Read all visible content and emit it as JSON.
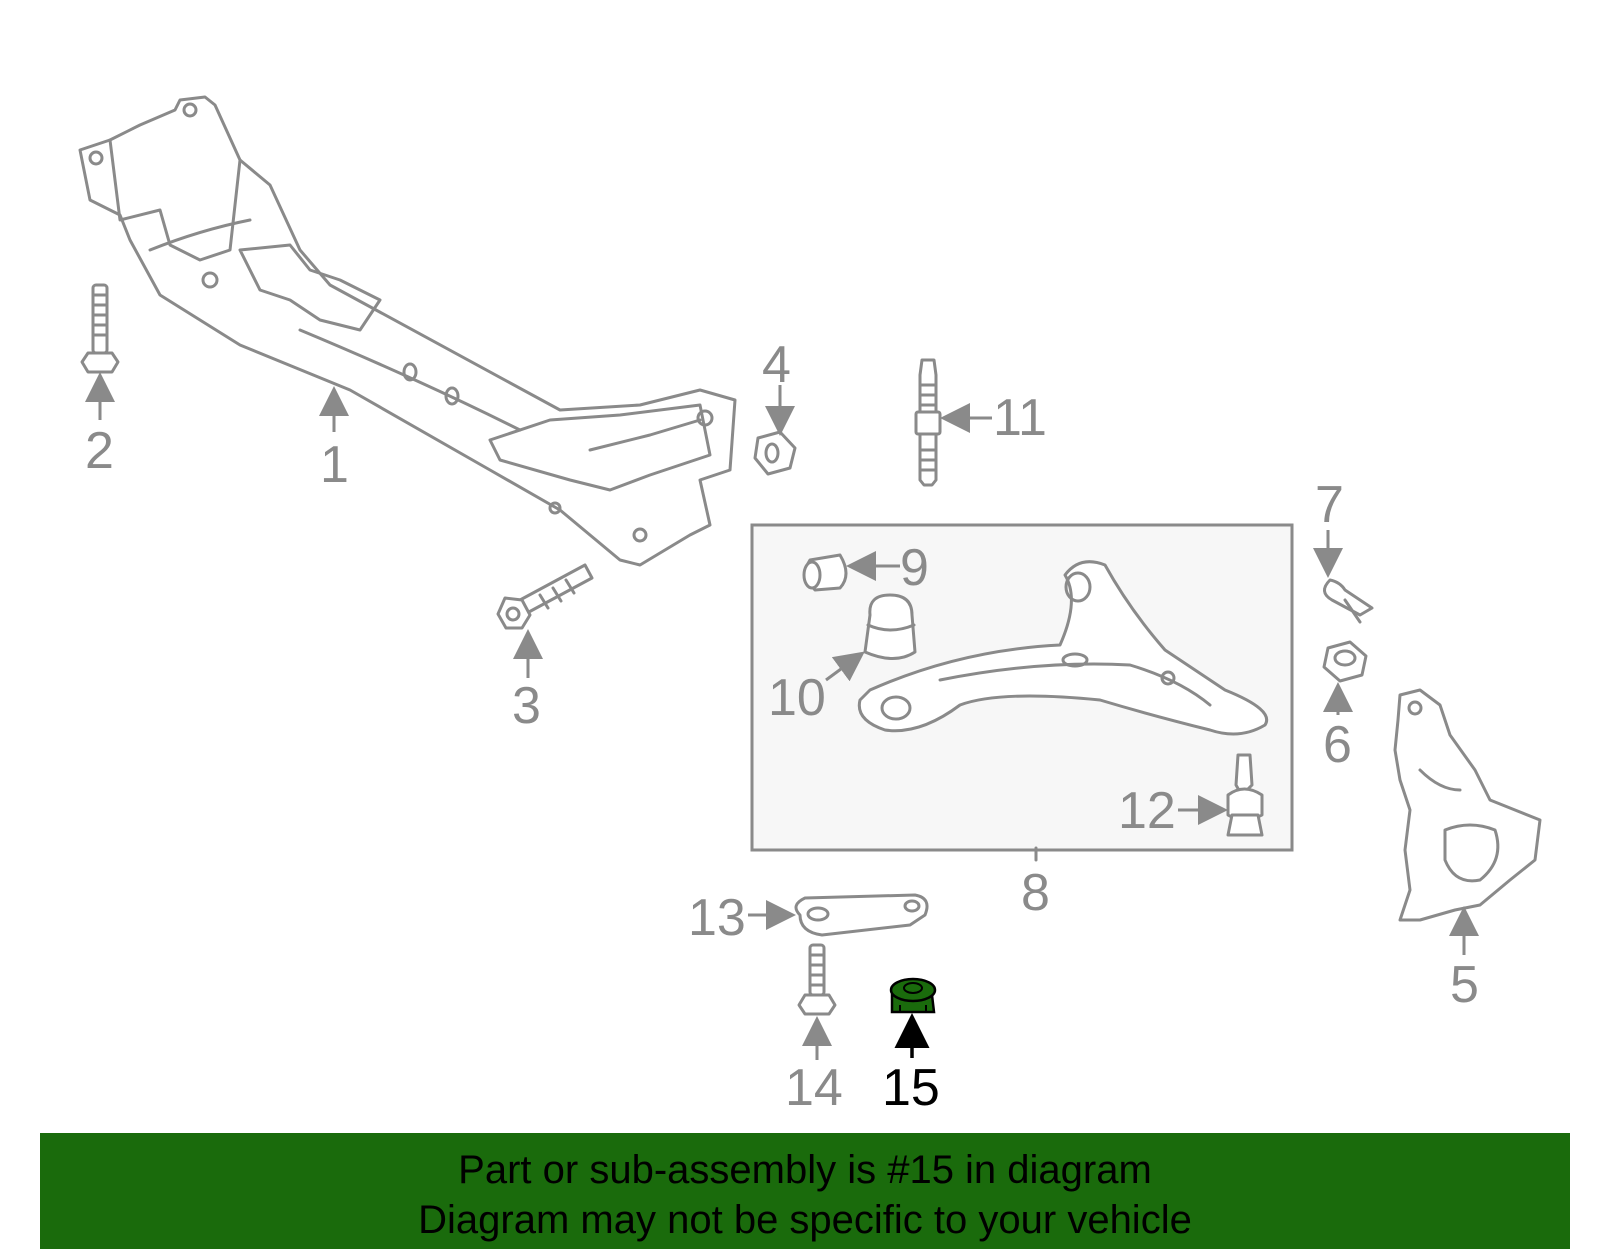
{
  "callouts": {
    "c1": "1",
    "c2": "2",
    "c3": "3",
    "c4": "4",
    "c5": "5",
    "c6": "6",
    "c7": "7",
    "c8": "8",
    "c9": "9",
    "c10": "10",
    "c11": "11",
    "c12": "12",
    "c13": "13",
    "c14": "14",
    "c15": "15"
  },
  "highlight": {
    "part_number": "15",
    "color": "#1a6b0c"
  },
  "banner": {
    "line1": "Part or sub-assembly is #15 in diagram",
    "line2": "Diagram may not be specific to your vehicle",
    "background": "#1a6b0c"
  }
}
